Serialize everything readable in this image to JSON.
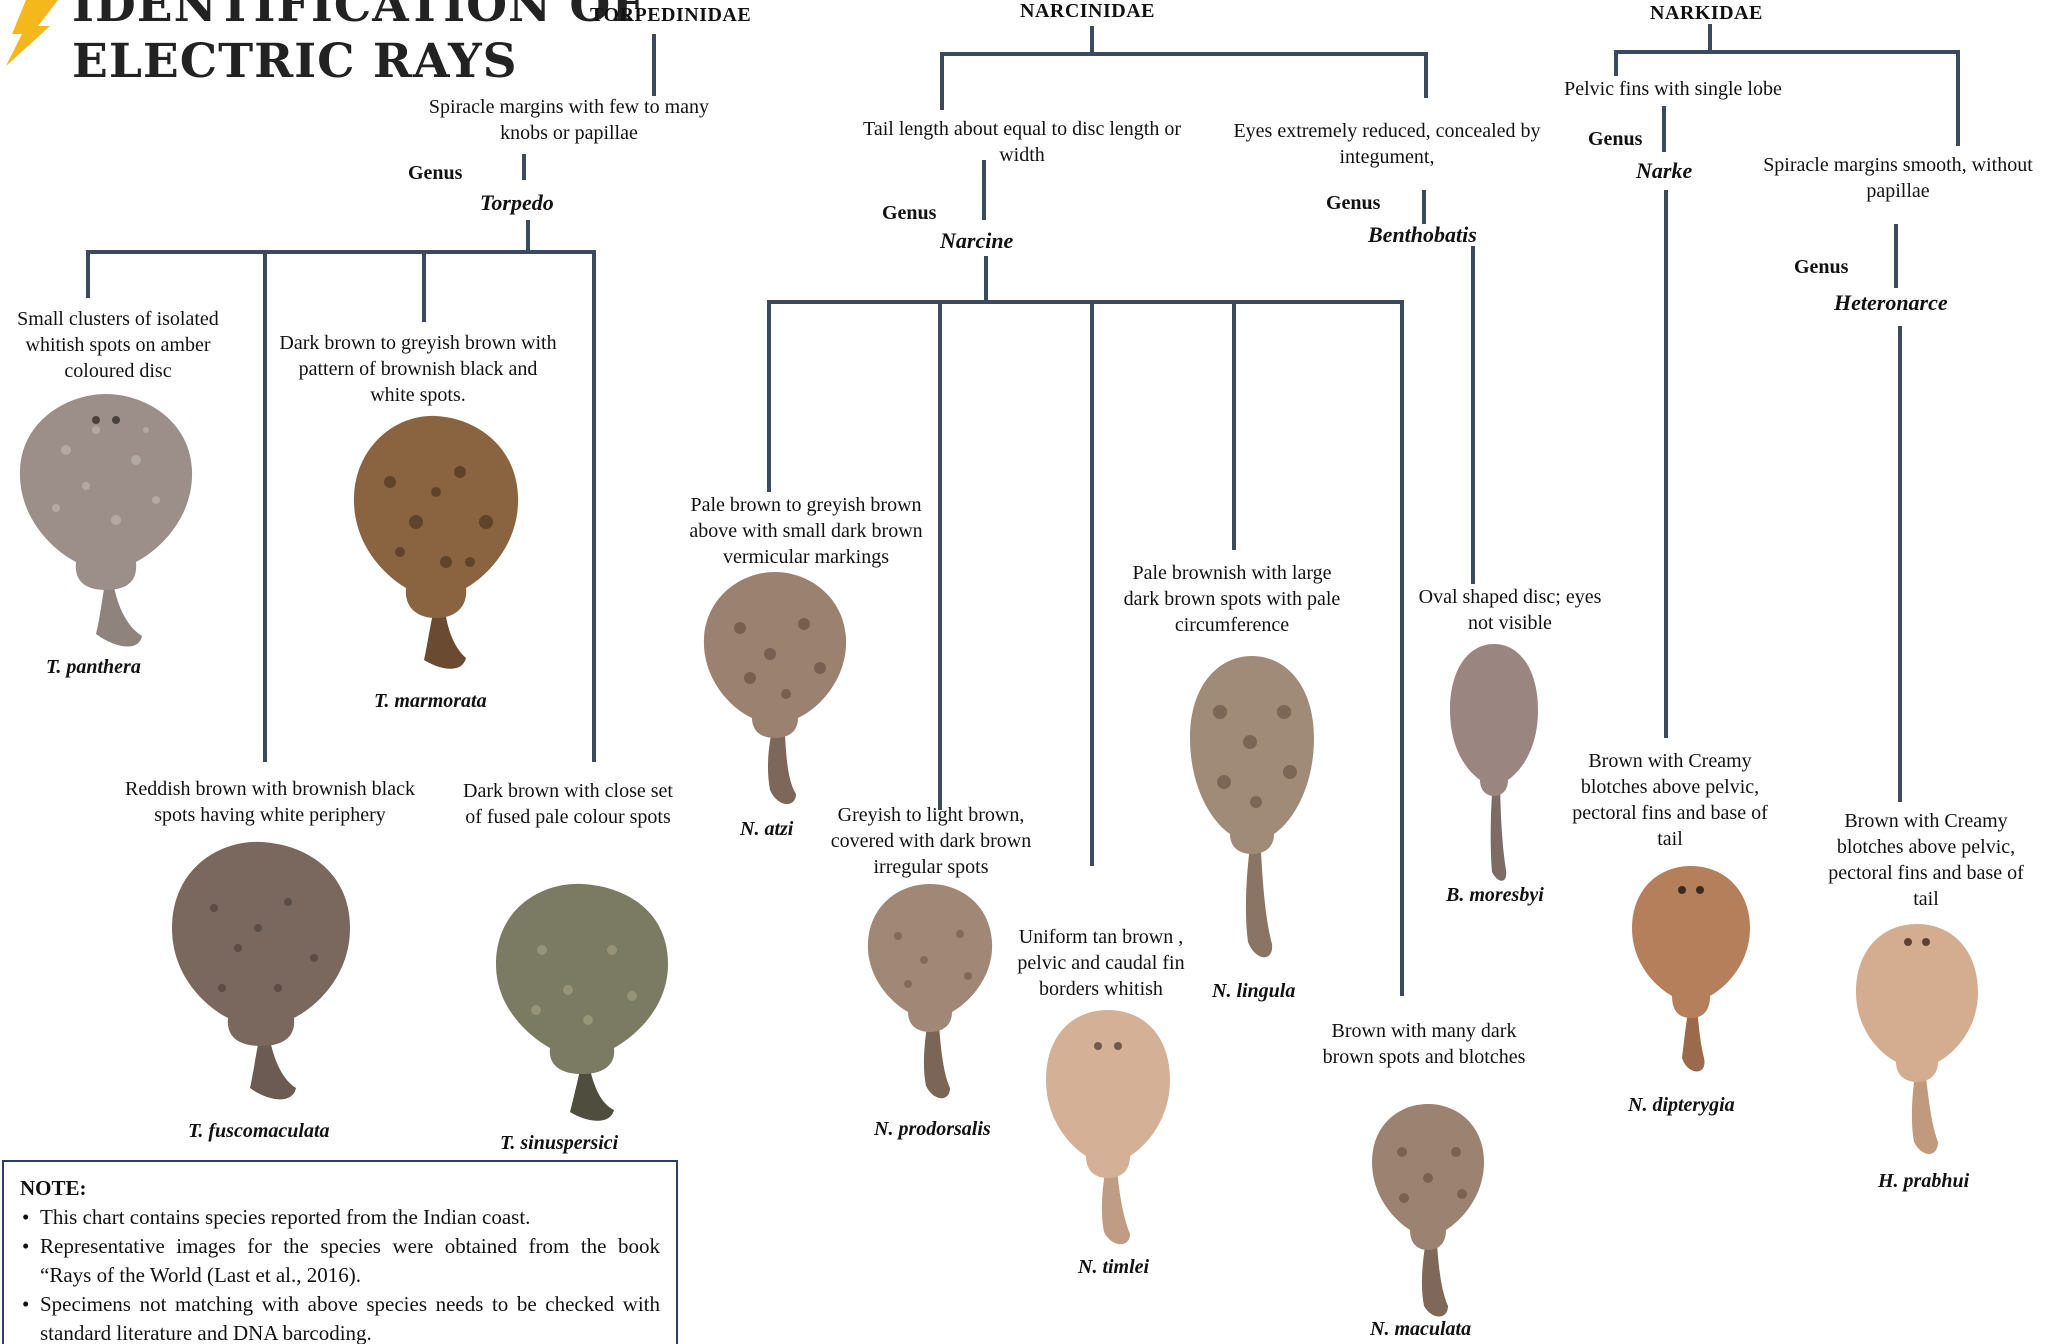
{
  "title": {
    "line1": "IDENTIFICATION OF",
    "line2": "ELECTRIC RAYS"
  },
  "icon": "lightning-bolt-icon",
  "colors": {
    "tree_lines": "#3b4a5c",
    "note_border": "#2b3f64",
    "bolt": "#f5b81c"
  },
  "families": {
    "torpedinidae": {
      "name": "TORPEDINIDAE",
      "character": "Spiracle margins with few to many knobs or papillae",
      "genus_label": "Genus",
      "genus": "Torpedo",
      "species": [
        {
          "name": "T. panthera",
          "description": "Small clusters of isolated whitish spots on amber coloured disc"
        },
        {
          "name": "T. marmorata",
          "description": "Dark brown to greyish brown with pattern of brownish black and white spots."
        },
        {
          "name": "T. fuscomaculata",
          "description": "Reddish brown with brownish black spots having white periphery"
        },
        {
          "name": "T. sinuspersici",
          "description": "Dark brown with close set of fused pale colour spots"
        }
      ]
    },
    "narcinidae": {
      "name": "NARCINIDAE",
      "branches": [
        {
          "character": "Tail length about equal to disc length or width",
          "genus_label": "Genus",
          "genus": "Narcine",
          "species": [
            {
              "name": "N. atzi",
              "description": "Pale brown to greyish brown above with small dark brown vermicular markings"
            },
            {
              "name": "N. prodorsalis",
              "description": "Greyish to light brown, covered with dark brown irregular spots"
            },
            {
              "name": "N. timlei",
              "description": "Uniform tan brown , pelvic and caudal fin borders whitish"
            },
            {
              "name": "N. lingula",
              "description": "Pale brownish with large dark brown spots with pale circumference"
            },
            {
              "name": "N. maculata",
              "description": "Brown with many dark brown spots and blotches"
            }
          ]
        },
        {
          "character": "Eyes extremely reduced, concealed by integument,",
          "genus_label": "Genus",
          "genus": "Benthobatis",
          "species": [
            {
              "name": "B. moresbyi",
              "description": "Oval shaped disc; eyes not visible"
            }
          ]
        }
      ]
    },
    "narkidae": {
      "name": "NARKIDAE",
      "branches": [
        {
          "character": "Pelvic fins with single lobe",
          "genus_label": "Genus",
          "genus": "Narke",
          "species": [
            {
              "name": "N. dipterygia",
              "description": "Brown with Creamy blotches above pelvic, pectoral fins and base of tail"
            }
          ]
        },
        {
          "character": "Spiracle margins smooth, without papillae",
          "genus_label": "Genus",
          "genus": "Heteronarce",
          "species": [
            {
              "name": "H. prabhui",
              "description": "Brown with Creamy blotches above pelvic, pectoral fins and base of tail"
            }
          ]
        }
      ]
    }
  },
  "note": {
    "heading": "NOTE:",
    "items": [
      "This chart contains species reported from the Indian coast.",
      "Representative images for the species were obtained from the book “Rays of the World (Last et al., 2016).",
      "Specimens not matching with above species needs to be checked with standard literature and DNA barcoding."
    ]
  }
}
